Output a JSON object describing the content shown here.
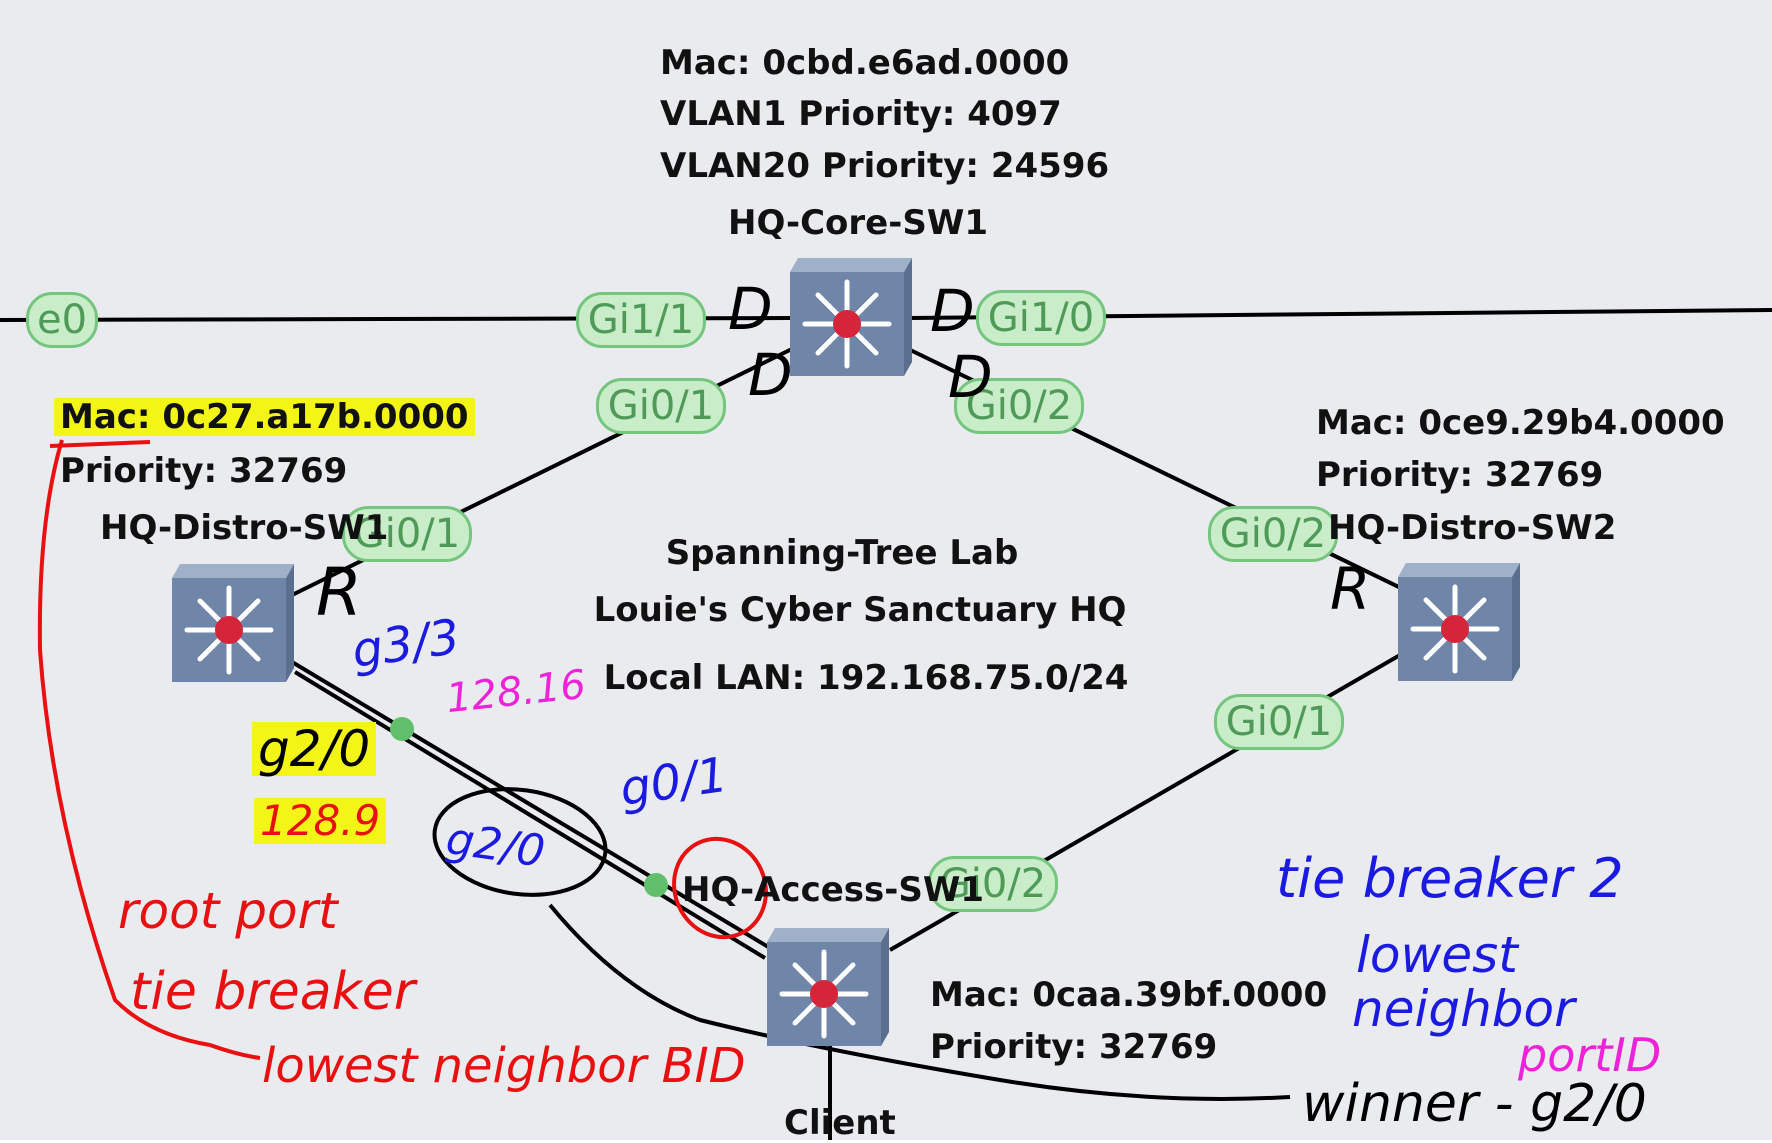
{
  "diagram": {
    "title_lines": [
      "Spanning-Tree Lab",
      "Louie's Cyber Sanctuary HQ",
      "Local LAN: 192.168.75.0/24"
    ],
    "core": {
      "mac": "Mac: 0cbd.e6ad.0000",
      "vlan1": "VLAN1 Priority: 4097",
      "vlan20": "VLAN20 Priority: 24596",
      "name": "HQ-Core-SW1"
    },
    "distro1": {
      "mac": "Mac: 0c27.a17b.0000",
      "priority": "Priority: 32769",
      "name": "HQ-Distro-SW1"
    },
    "distro2": {
      "mac": "Mac: 0ce9.29b4.0000",
      "priority": "Priority: 32769",
      "name": "HQ-Distro-SW2"
    },
    "access": {
      "mac": "Mac: 0caa.39bf.0000",
      "priority": "Priority: 32769",
      "name": "HQ-Access-SW1"
    },
    "client": "Client",
    "ports": {
      "e0": "e0",
      "core_gi1_1": "Gi1/1",
      "core_gi1_0": "Gi1/0",
      "core_gi0_1": "Gi0/1",
      "core_gi0_2": "Gi0/2",
      "d1_gi0_1": "Gi0/1",
      "d2_gi0_2": "Gi0/2",
      "d2_gi0_1": "Gi0/1",
      "acc_gi0_2": "Gi0/2"
    }
  },
  "annotations": {
    "d1": "D",
    "d2": "D",
    "d3": "D",
    "r1": "R",
    "r2": "R",
    "g3_3": "g3/3",
    "p128_16": "128.16",
    "g2_0_left": "g2/0",
    "p128_9": "128.9",
    "g0_1": "g0/1",
    "g2_0_circled": "g2/0",
    "root_tb_1": "root port",
    "root_tb_2": "tie breaker",
    "root_tb_3": "lowest neighbor BID",
    "tb2_1": "tie breaker 2",
    "tb2_2": "lowest",
    "tb2_3": "neighbor",
    "tb2_4": "portID",
    "winner": "winner - g2/0"
  },
  "colors": {
    "background": "#e9ebee",
    "pill_fill": "#c9ecc9",
    "pill_border": "#74c67e",
    "highlight": "#f3f516",
    "ink_black": "#000000",
    "ink_blue": "#1a1ae0",
    "ink_red": "#e81010",
    "ink_magenta": "#ee22d8",
    "switch_blue": "#6f86a8"
  },
  "icons": [
    "switch-icon"
  ]
}
